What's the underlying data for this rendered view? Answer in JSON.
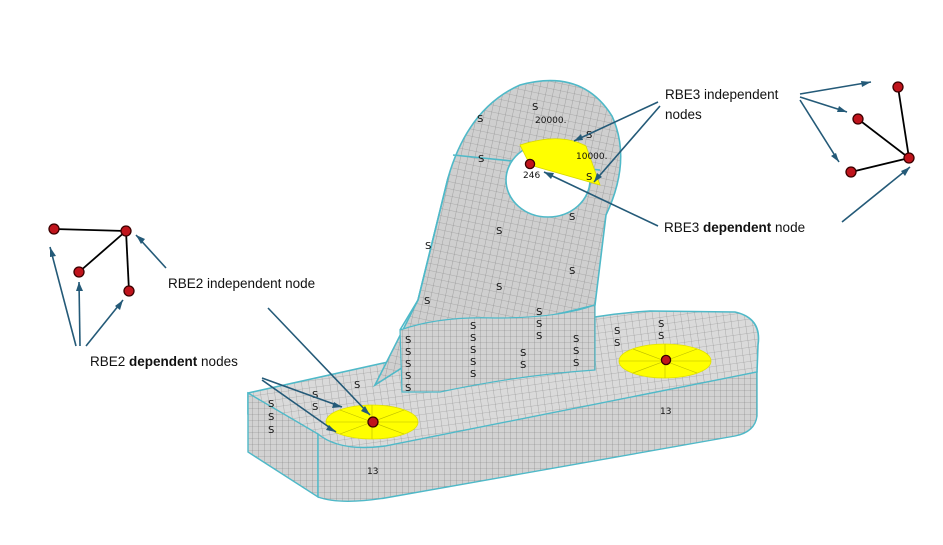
{
  "labels": {
    "rbe3_independent_line1": "RBE3 independent",
    "rbe3_independent_line2": "nodes",
    "rbe3_dependent_prefix": "RBE3 ",
    "rbe3_dependent_bold": "dependent",
    "rbe3_dependent_suffix": " node",
    "rbe2_independent": "RBE2 independent node",
    "rbe2_dependent_prefix": "RBE2 ",
    "rbe2_dependent_bold": "dependent",
    "rbe2_dependent_suffix": " nodes"
  },
  "model": {
    "load_20000": "20000.",
    "load_10000": "10000.",
    "node_246": "246",
    "prop_13": "13",
    "spc": "S"
  },
  "colors": {
    "mesh_fill": "#dadada",
    "mesh_line": "#8a8a8a",
    "feature_edge": "#4fb9c8",
    "rigid_spider": "#ffff00",
    "node_red": "#c0141c",
    "leader": "#245a78"
  }
}
